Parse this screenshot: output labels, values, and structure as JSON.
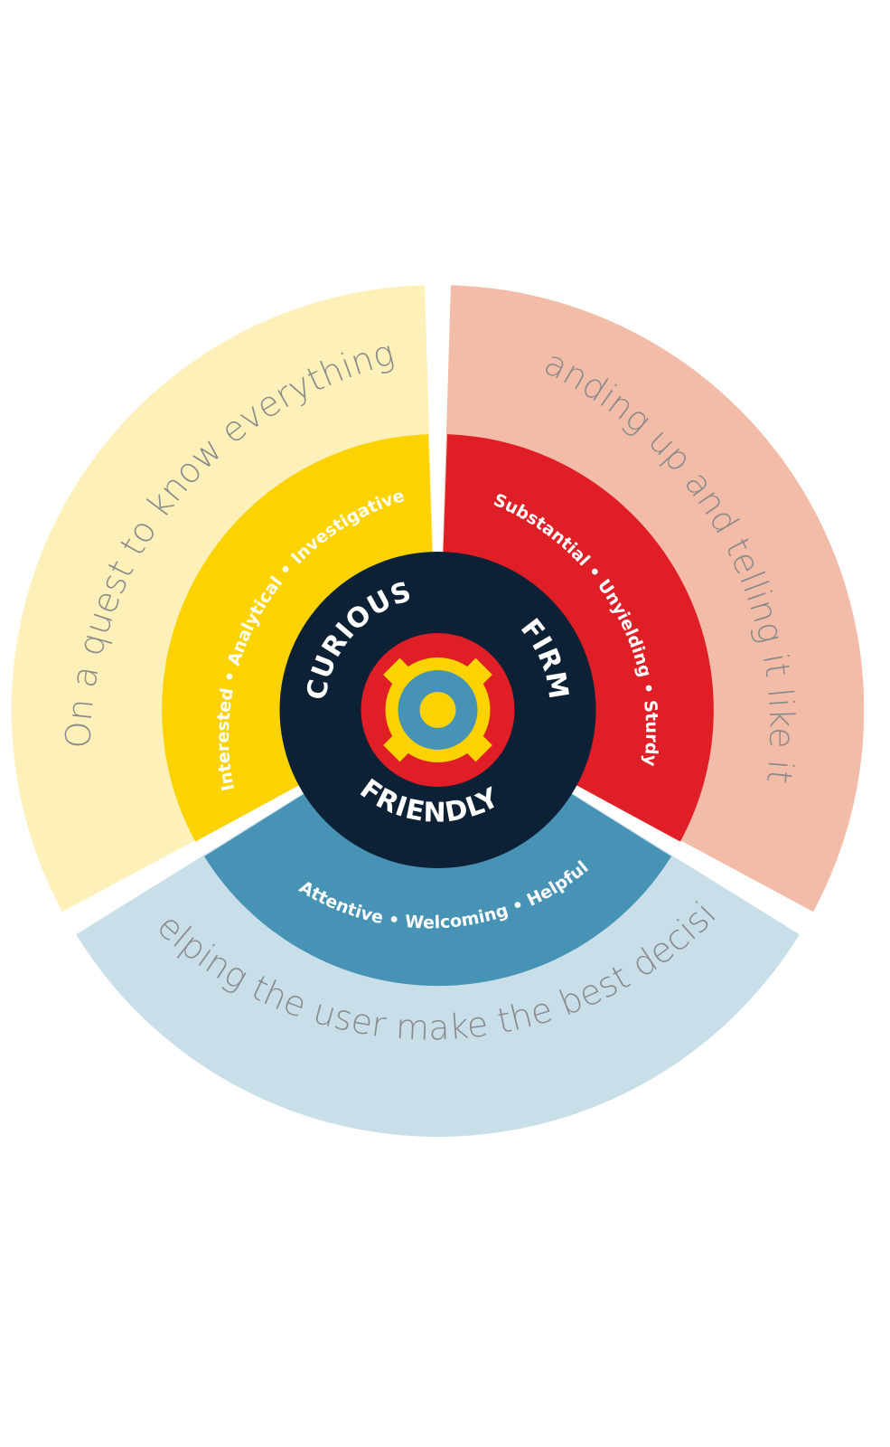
{
  "colors": {
    "background": "#ffffff",
    "outer_yellow": "#fdf0b8",
    "outer_red": "#f3bca8",
    "outer_blue": "#c8dfea",
    "middle_yellow": "#fcd300",
    "middle_red": "#e01e26",
    "middle_blue": "#4693b6",
    "core": "#0c2136",
    "logo_red": "#e01e26",
    "logo_yellow": "#fcd300",
    "logo_blue": "#4693b6",
    "outer_text": "#8a8a8a",
    "middle_text": "#ffffff",
    "core_text": "#ffffff"
  },
  "segments": [
    {
      "id": "curious",
      "core_label": "CURIOUS",
      "traits": "Interested • Analytical • Investigative",
      "tagline": "On a quest to know everything"
    },
    {
      "id": "firm",
      "core_label": "FIRM",
      "traits": "Substantial • Unyielding • Sturdy",
      "tagline": "Standing up and telling it like it is"
    },
    {
      "id": "friendly",
      "core_label": "FRIENDLY",
      "traits": "Attentive • Welcoming • Helpful",
      "tagline": "Helping the user make the best decision"
    }
  ],
  "logo": {
    "icon": "target-gear-icon"
  }
}
